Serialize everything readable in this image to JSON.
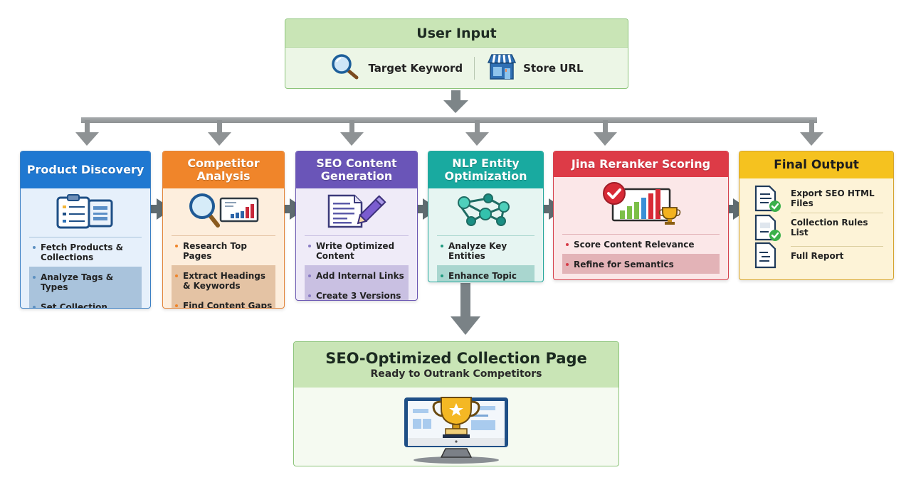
{
  "user_input": {
    "title": "User Input",
    "items": [
      {
        "icon": "magnifier-icon",
        "label": "Target Keyword"
      },
      {
        "icon": "storefront-icon",
        "label": "Store URL"
      }
    ]
  },
  "steps": [
    {
      "title": "Product Discovery",
      "color": "#1f78d1",
      "icon": "clipboard-list-icon",
      "items": [
        "Fetch Products & Collections",
        "Analyze Tags & Types",
        "Set Collection Conditions"
      ]
    },
    {
      "title": "Competitor Analysis",
      "color": "#f0852a",
      "icon": "magnifier-chart-icon",
      "items": [
        "Research Top Pages",
        "Extract Headings & Keywords",
        "Find Content Gaps"
      ]
    },
    {
      "title": "SEO Content Generation",
      "color": "#6a55b8",
      "icon": "document-pencil-icon",
      "items": [
        "Write Optimized Content",
        "Add Internal Links",
        "Create 3 Versions"
      ]
    },
    {
      "title": "NLP Entity Optimization",
      "color": "#19aaa0",
      "icon": "network-graph-icon",
      "items": [
        "Analyze Key Entities",
        "Enhance Topic Depth"
      ]
    },
    {
      "title": "Jina Reranker Scoring",
      "color": "#dd3b47",
      "icon": "score-chart-trophy-icon",
      "items": [
        "Score Content Relevance",
        "Refine for Semantics"
      ]
    },
    {
      "title": "Final Output",
      "color": "#f5c21f",
      "items": [
        {
          "icon": "document-check-icon",
          "label": "Export SEO HTML Files"
        },
        {
          "icon": "document-check-icon",
          "label": "Collection Rules List"
        },
        {
          "icon": "report-document-icon",
          "label": "Full Report"
        }
      ]
    }
  ],
  "result": {
    "title": "SEO-Optimized Collection Page",
    "subtitle": "Ready to Outrank Competitors",
    "icon": "monitor-trophy-icon"
  }
}
